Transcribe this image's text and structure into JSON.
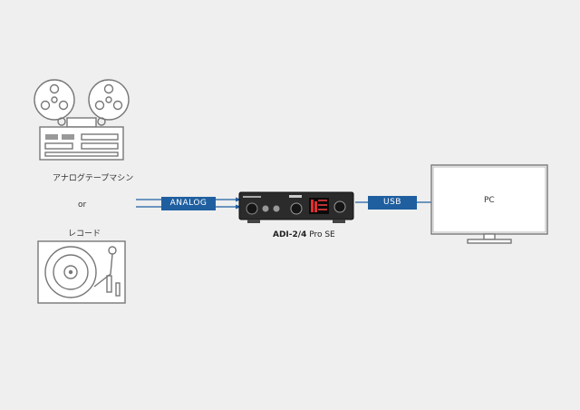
{
  "sources": {
    "tape_label": "アナログテープマシン",
    "or_label": "or",
    "record_label": "レコード"
  },
  "connections": {
    "analog_label": "ANALOG",
    "usb_label": "USB"
  },
  "device": {
    "name_bold": "ADI-2/4",
    "name_rest": " Pro SE"
  },
  "pc": {
    "label": "PC"
  },
  "colors": {
    "tag_blue": "#1f5fa0",
    "background": "#efefef"
  }
}
